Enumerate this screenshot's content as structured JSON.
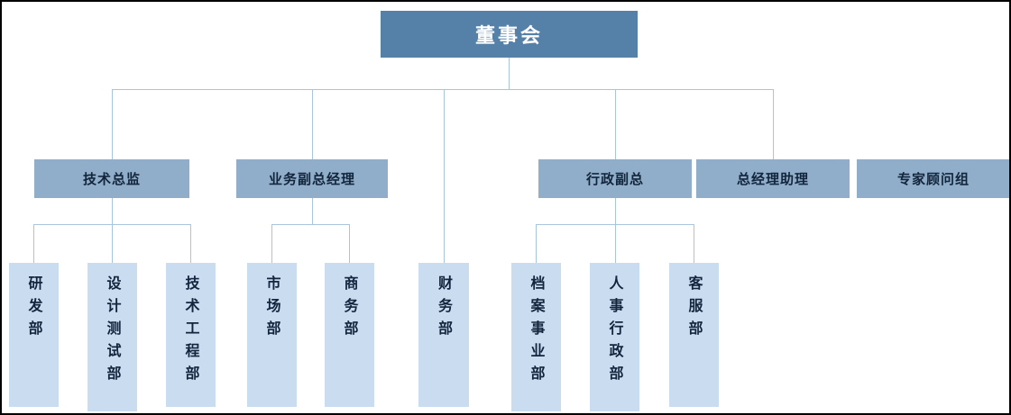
{
  "chart": {
    "type": "org-chart",
    "root": {
      "label": "董事会"
    },
    "level2": [
      {
        "label": "技术总监"
      },
      {
        "label": "业务副总经理"
      },
      {
        "label": "行政副总"
      },
      {
        "label": "总经理助理"
      },
      {
        "label": "专家顾问组"
      }
    ],
    "departments": [
      {
        "label": "研发部",
        "parent": "技术总监"
      },
      {
        "label": "设计测试部",
        "parent": "技术总监"
      },
      {
        "label": "技术工程部",
        "parent": "技术总监"
      },
      {
        "label": "市场部",
        "parent": "业务副总经理"
      },
      {
        "label": "商务部",
        "parent": "业务副总经理"
      },
      {
        "label": "财务部",
        "parent": "董事会"
      },
      {
        "label": "档案事业部",
        "parent": "行政副总"
      },
      {
        "label": "人事行政部",
        "parent": "行政副总"
      },
      {
        "label": "客服部",
        "parent": "行政副总"
      }
    ],
    "colors": {
      "root_bg": "#5580a8",
      "root_text": "#ffffff",
      "level2_bg": "#90aec9",
      "dept_bg": "#cadcf0",
      "node_text": "#13253c",
      "line": "#a9c4dd"
    }
  }
}
